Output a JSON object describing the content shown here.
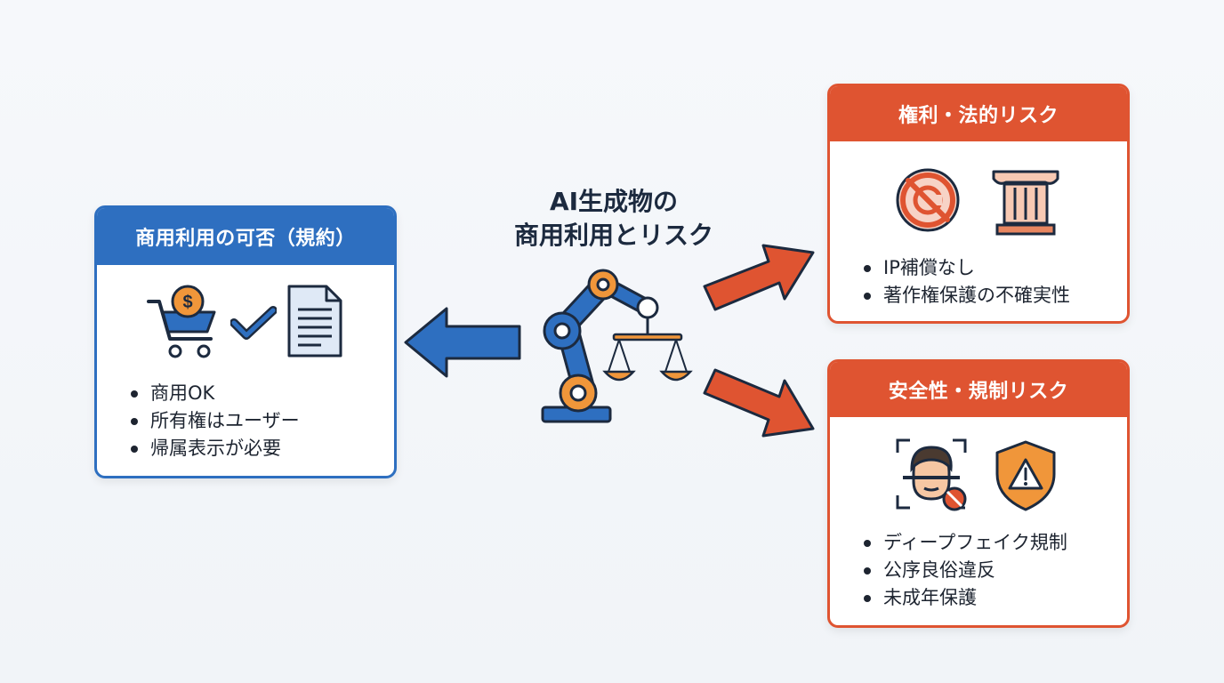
{
  "center": {
    "title_line1": "AI生成物の",
    "title_line2": "商用利用とリスク",
    "icon": "robot-arm-scales-icon"
  },
  "left_box": {
    "title": "商用利用の可否（規約）",
    "icons": [
      "shopping-cart-dollar-icon",
      "checkmark-icon",
      "document-icon"
    ],
    "items": [
      "商用OK",
      "所有権はユーザー",
      "帰属表示が必要"
    ]
  },
  "top_right_box": {
    "title": "権利・法的リスク",
    "icons": [
      "copyright-prohibited-icon",
      "pillar-icon"
    ],
    "items": [
      "IP補償なし",
      "著作権保護の不確実性"
    ]
  },
  "bottom_right_box": {
    "title": "安全性・規制リスク",
    "icons": [
      "face-recognition-prohibited-icon",
      "warning-shield-icon"
    ],
    "items": [
      "ディープフェイク規制",
      "公序良俗違反",
      "未成年保護"
    ]
  },
  "colors": {
    "blue": "#2e6fc0",
    "red": "#df5431",
    "orange": "#f0963a",
    "navy": "#1c2a3f"
  }
}
